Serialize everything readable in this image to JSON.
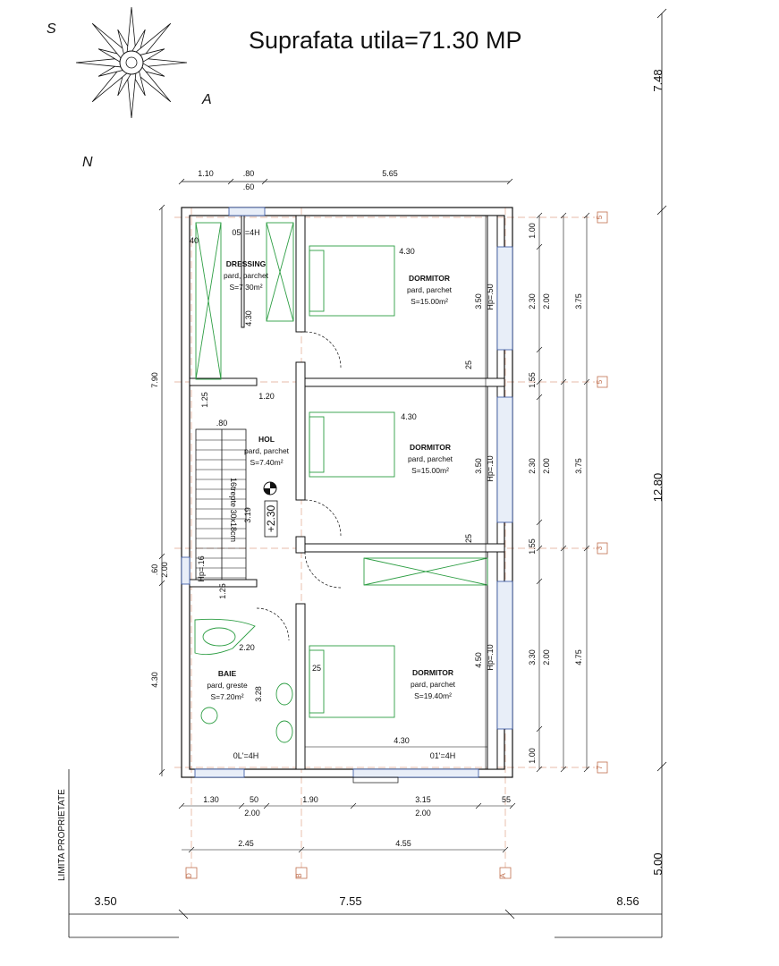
{
  "title": "Suprafata utila=71.30 MP",
  "compass": {
    "labels": [
      "S",
      "A",
      "N"
    ]
  },
  "property_limit": "LIMITA PROPRIETATE",
  "site": {
    "left": "3.50",
    "width": "7.55",
    "right": "8.56",
    "top": "7.48",
    "depth": "12.80",
    "bottom": "5.00"
  },
  "rooms": [
    {
      "name": "DRESSING",
      "finish": "pard, parchet",
      "area": "S=7.30m²"
    },
    {
      "name": "DORMITOR",
      "finish": "pard, parchet",
      "area": "S=15.00m²"
    },
    {
      "name": "HOL",
      "finish": "pard, parchet",
      "area": "S=7.40m²"
    },
    {
      "name": "DORMITOR",
      "finish": "pard, parchet",
      "area": "S=15.00m²"
    },
    {
      "name": "BAIE",
      "finish": "pard, greste",
      "area": "S=7.20m²"
    },
    {
      "name": "DORMITOR",
      "finish": "pard, parchet",
      "area": "S=19.40m²"
    }
  ],
  "level": "+2.30",
  "stairs": "16trepte 30x18cm",
  "top_dims": {
    "a": "1.10",
    "b": ".80",
    "c": ".60",
    "d": "5.65"
  },
  "left_dims": {
    "a": "7.90",
    "b": ".60",
    "c": "2.00",
    "d": "4.30"
  },
  "right_dims": {
    "col1": [
      "1.00",
      "2.30",
      "1.55",
      "2.30",
      "1.55",
      "3.30",
      "1.00"
    ],
    "col2": [
      "2.00",
      "2.00",
      "2.00"
    ],
    "col3": [
      "3.75",
      "3.75",
      "4.75"
    ],
    "inner": [
      "3.50",
      "3.50",
      "4.50"
    ]
  },
  "bottom_dims": {
    "row1": [
      "1.30",
      "50",
      "1.90",
      "3.15",
      "55"
    ],
    "row2": [
      "2.00",
      "2.00"
    ],
    "row3": [
      "2.45",
      "4.55"
    ]
  },
  "windows": [
    "05 l=4H",
    "0L'=4H",
    "01'=4H"
  ],
  "window_heights": [
    "Hp=.50",
    "Hp=.10",
    "Hp=.10",
    "Hp=.16"
  ],
  "interior_dims": [
    "40",
    "4.30",
    "1.20",
    "1.25",
    ".80",
    "3.19",
    "1.25",
    "2.20",
    "3.28",
    "25",
    "25",
    "25",
    "4.30",
    "4.30",
    "4.30"
  ],
  "axes_h": [
    "5",
    "5",
    "3",
    "7"
  ],
  "axes_v": [
    "D",
    "B",
    "A"
  ]
}
